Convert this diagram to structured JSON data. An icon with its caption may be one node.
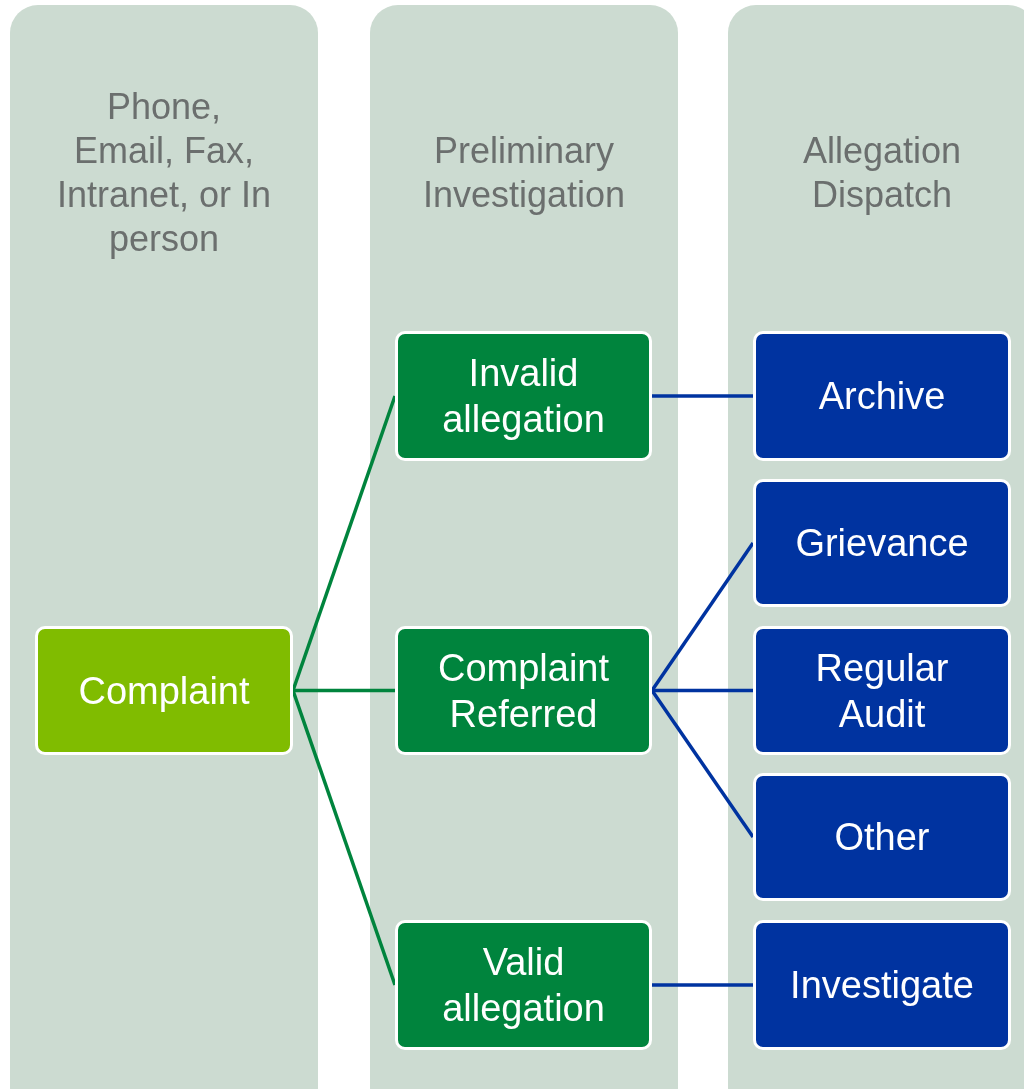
{
  "diagram": {
    "nodes": [
      {
        "text": [
          "Phone, Email, Fax, Intranet, or In person"
        ]
      },
      {
        "text": [
          "Preliminary Investigation"
        ]
      },
      {
        "text": [
          "Allegation Dispatch"
        ]
      },
      {
        "text": [
          "Complaint"
        ],
        "in": 0
      },
      {
        "text": [
          "Invalid allegation"
        ],
        "in": 1
      },
      {
        "text": [
          "Complaint Referred"
        ],
        "in": 1
      },
      {
        "text": [
          "Valid allegation"
        ],
        "in": 1
      },
      {
        "text": [
          "Archive"
        ],
        "in": 2
      },
      {
        "text": [
          "Grievance"
        ],
        "in": 2
      },
      {
        "text": [
          "Regular Audit"
        ],
        "in": 2
      },
      {
        "text": [
          "Other"
        ],
        "in": 2
      },
      {
        "text": [
          "Investigate"
        ],
        "in": 2
      }
    ],
    "edges": [
      {
        "from": 3,
        "to": 4,
        "arrow": "none",
        "color": "#00843d"
      },
      {
        "from": 3,
        "to": 5,
        "arrow": "none",
        "color": "#00843d"
      },
      {
        "from": 3,
        "to": 6,
        "arrow": "none",
        "color": "#00843d"
      },
      {
        "from": 4,
        "to": 7,
        "arrow": "none",
        "color": "#0033a0"
      },
      {
        "from": 5,
        "to": 8,
        "arrow": "none",
        "color": "#0033a0"
      },
      {
        "from": 5,
        "to": 9,
        "arrow": "none",
        "color": "#0033a0"
      },
      {
        "from": 5,
        "to": 10,
        "arrow": "none",
        "color": "#0033a0"
      },
      {
        "from": 6,
        "to": 11,
        "arrow": "none",
        "color": "#0033a0"
      }
    ]
  }
}
